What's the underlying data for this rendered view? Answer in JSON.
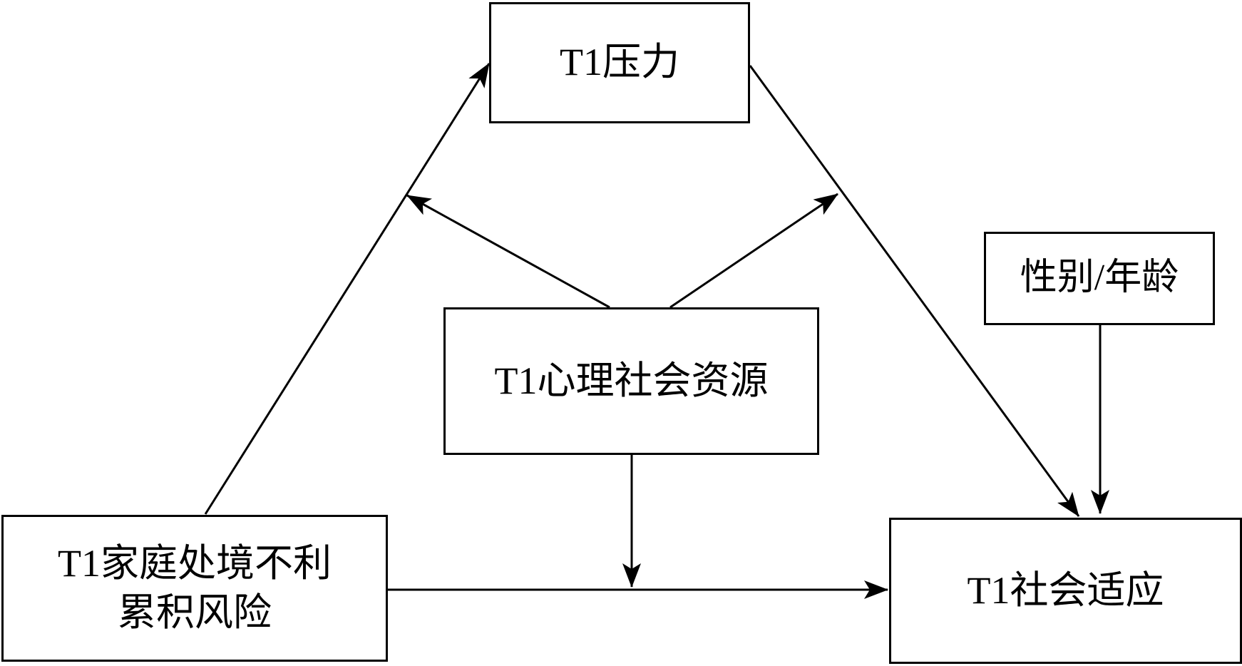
{
  "diagram": {
    "type": "moderated mediation model",
    "nodes": {
      "stress": {
        "label": "T1压力"
      },
      "covariates": {
        "label": "性别/年龄"
      },
      "psychosocial_resources": {
        "label": "T1心理社会资源"
      },
      "family_risk": {
        "label_line1": "T1家庭处境不利",
        "label_line2": "累积风险"
      },
      "social_adaptation": {
        "label": "T1社会适应"
      }
    },
    "edges": [
      {
        "from": "family_risk",
        "to": "stress",
        "kind": "path"
      },
      {
        "from": "stress",
        "to": "social_adaptation",
        "kind": "path"
      },
      {
        "from": "family_risk",
        "to": "social_adaptation",
        "kind": "path"
      },
      {
        "from": "psychosocial_resources",
        "to": "family_risk->stress",
        "kind": "moderation"
      },
      {
        "from": "psychosocial_resources",
        "to": "stress->social_adaptation",
        "kind": "moderation"
      },
      {
        "from": "psychosocial_resources",
        "to": "family_risk->social_adaptation",
        "kind": "moderation"
      },
      {
        "from": "covariates",
        "to": "social_adaptation",
        "kind": "control"
      }
    ],
    "colors": {
      "stroke": "#000000",
      "background": "#ffffff"
    }
  }
}
